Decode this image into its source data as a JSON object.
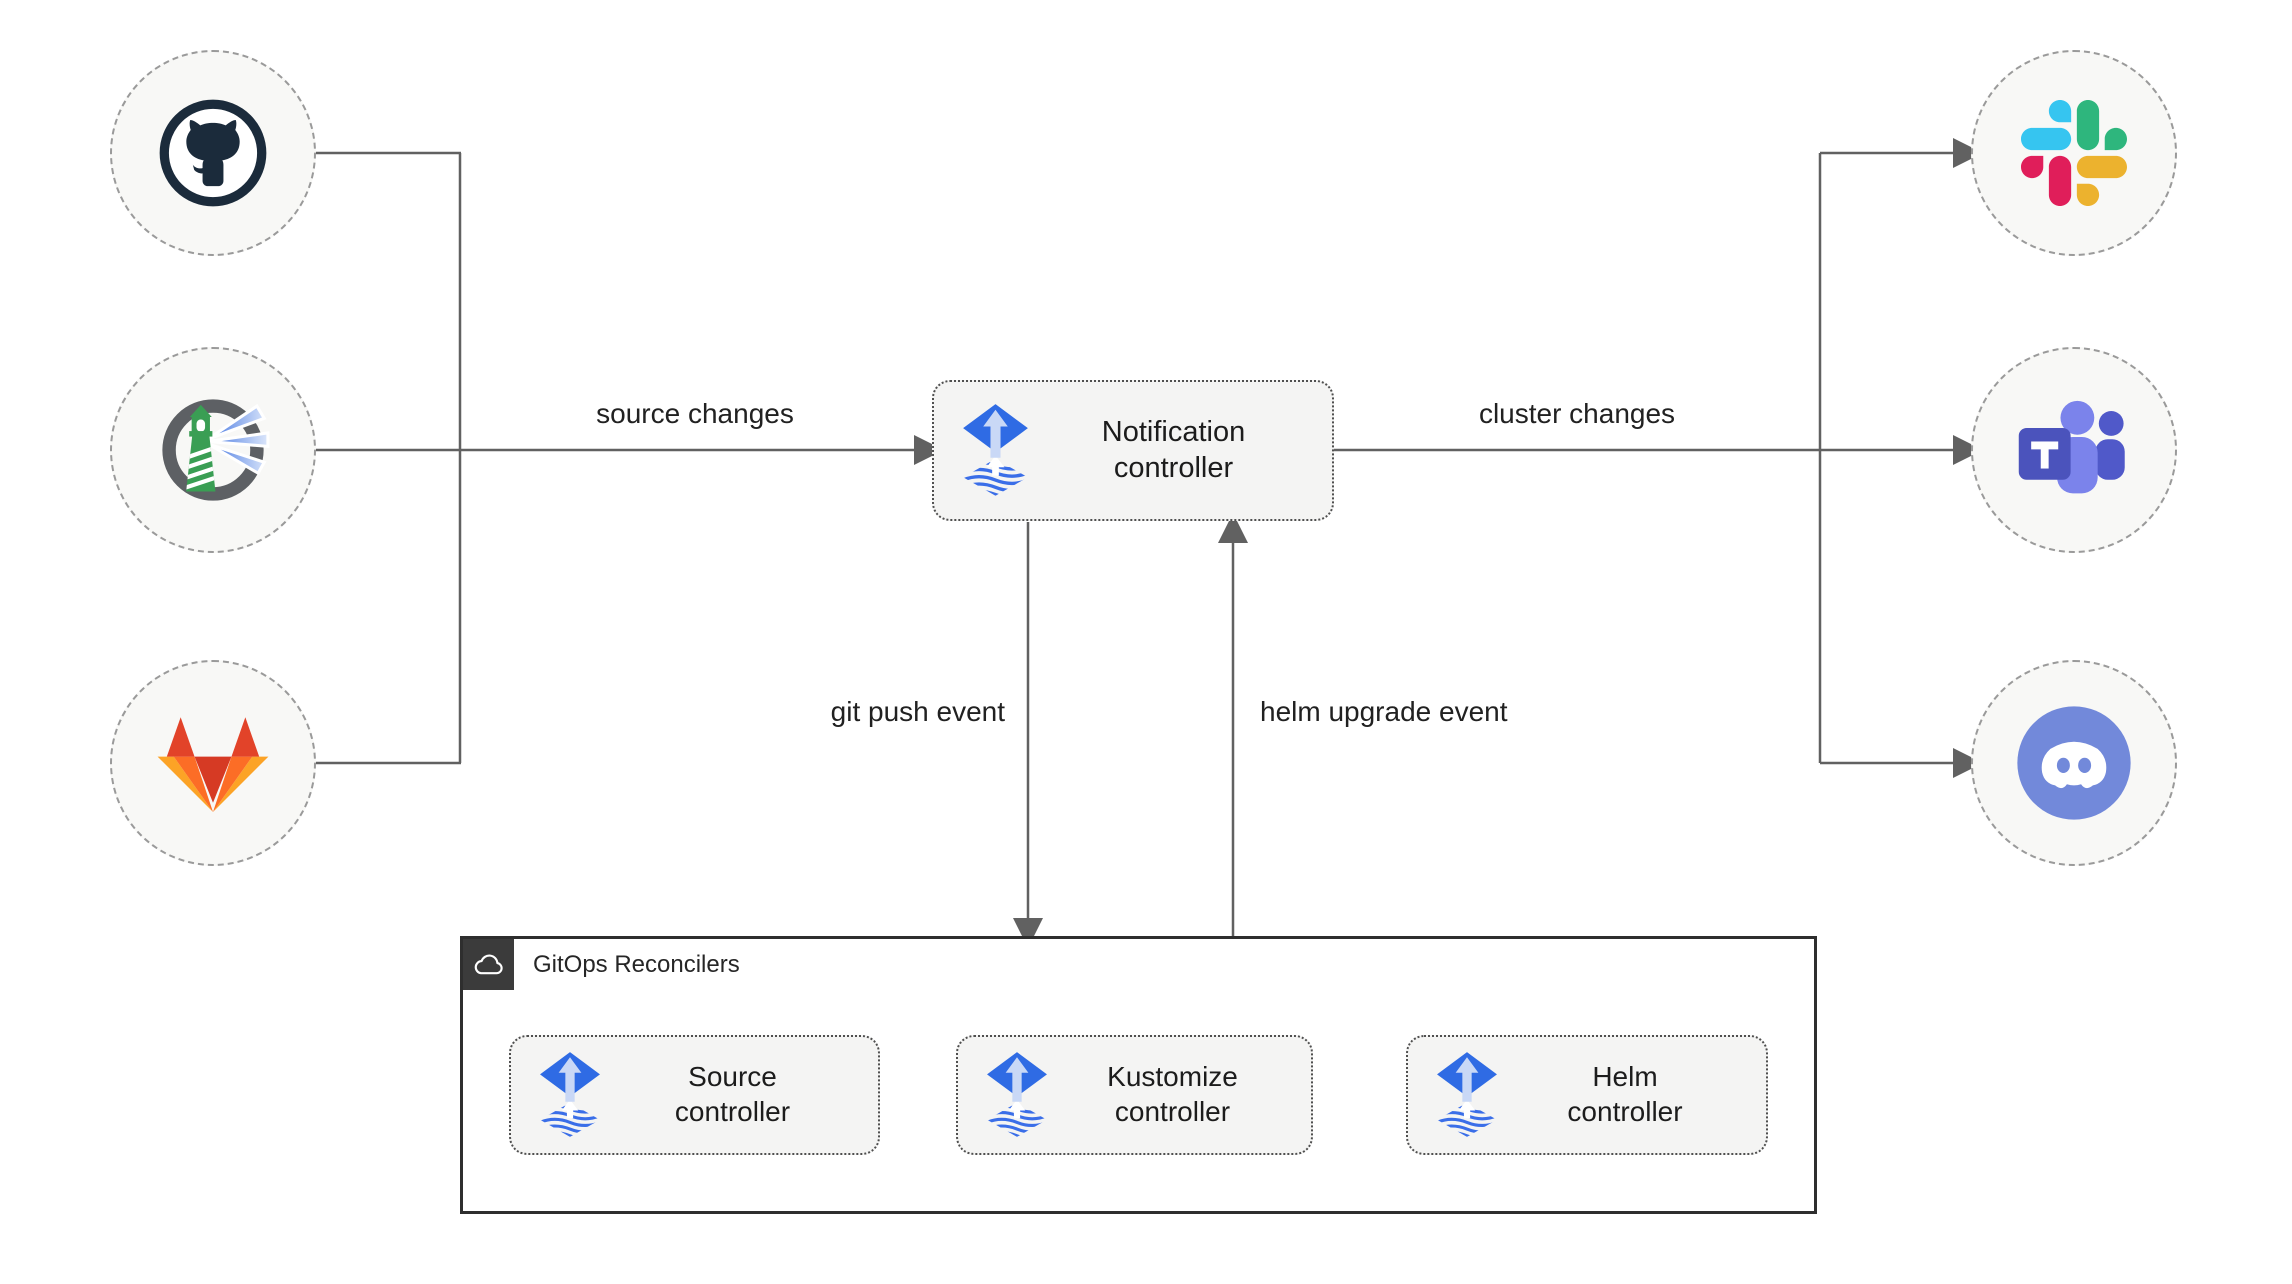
{
  "edge_labels": {
    "source_changes": "source changes",
    "cluster_changes": "cluster changes",
    "git_push_event": "git push event",
    "helm_upgrade_event": "helm upgrade event"
  },
  "nodes": {
    "sources": [
      {
        "icon": "github-icon"
      },
      {
        "icon": "harbor-icon"
      },
      {
        "icon": "gitlab-icon"
      }
    ],
    "targets": [
      {
        "icon": "slack-icon"
      },
      {
        "icon": "microsoft-teams-icon"
      },
      {
        "icon": "discord-icon"
      }
    ]
  },
  "notification_controller": {
    "label": "Notification controller",
    "icon": "flux-icon"
  },
  "gitops_reconcilers": {
    "title": "GitOps Reconcilers",
    "badge_icon": "cloud-icon",
    "controllers": [
      {
        "label": "Source controller",
        "icon": "flux-icon"
      },
      {
        "label": "Kustomize controller",
        "icon": "flux-icon"
      },
      {
        "label": "Helm controller",
        "icon": "flux-icon"
      }
    ]
  },
  "colors": {
    "line": "#616161",
    "text": "#212121",
    "node_fill": "#f8f8f6",
    "node_border": "#9a9a9a",
    "box_fill": "#f4f4f3",
    "box_border": "#4f4f4f",
    "container_border": "#2e2e2e",
    "badge_background": "#3b3b3b",
    "flux_blue": "#2f6be4",
    "flux_wave": "#3a6ee8",
    "flux_arrow": "#c9d8f6",
    "github_dark": "#1b2b3b",
    "harbor_green": "#3a9e54",
    "harbor_ring": "#5d6064",
    "gitlab_red": "#e24329",
    "gitlab_orange": "#fc6d26",
    "gitlab_amber": "#fca326",
    "slack_blue": "#36C5F0",
    "slack_green": "#2EB67D",
    "slack_yellow": "#ECB22E",
    "slack_pink": "#E01E5A",
    "teams_dark": "#4b53bc",
    "teams_light": "#7b83eb",
    "teams_mid": "#5059c9",
    "discord_blurple": "#7289da"
  }
}
